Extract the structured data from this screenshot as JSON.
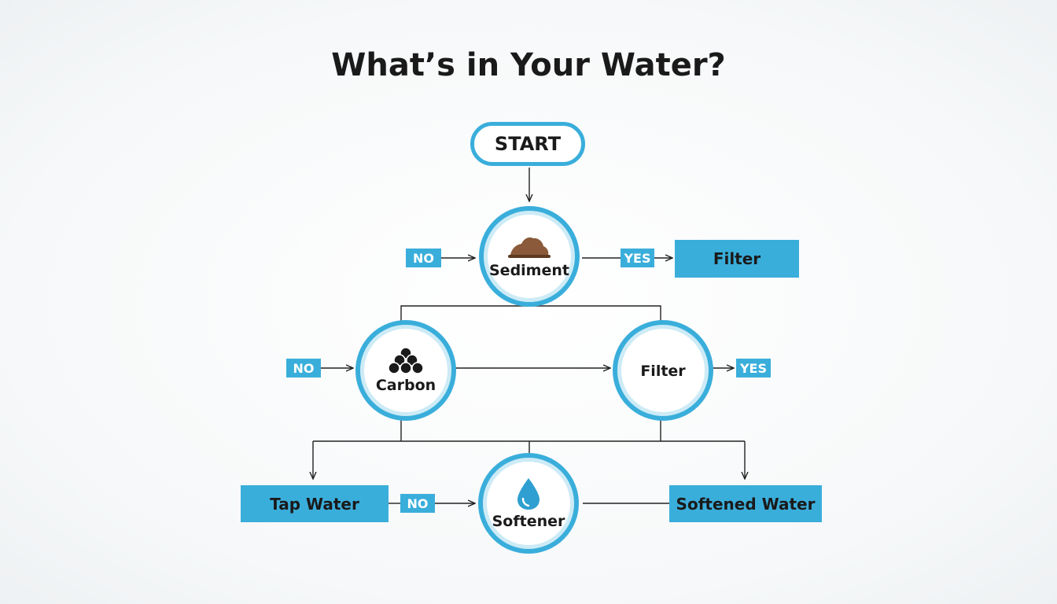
{
  "title": "What’s in Your Water?",
  "start": "START",
  "nodes": {
    "sediment": "Sediment",
    "carbon": "Carbon",
    "filter": "Filter",
    "softener": "Softener"
  },
  "boxes": {
    "filter": "Filter",
    "tap_water": "Tap Water",
    "softened_water": "Softened Water"
  },
  "tags": {
    "no_sediment": "NO",
    "yes_sediment": "YES",
    "no_carbon": "NO",
    "yes_filter": "YES",
    "no_softener": "NO"
  },
  "colors": {
    "accent": "#3aaedb",
    "ring_inner": "#cdebf6",
    "sediment_icon": "#8a5a3a",
    "carbon_icon": "#1a1a1a",
    "drop_icon": "#2e9fd0"
  },
  "icons": {
    "sediment": "sediment-pile-icon",
    "carbon": "carbon-granules-icon",
    "softener": "water-drop-icon"
  }
}
